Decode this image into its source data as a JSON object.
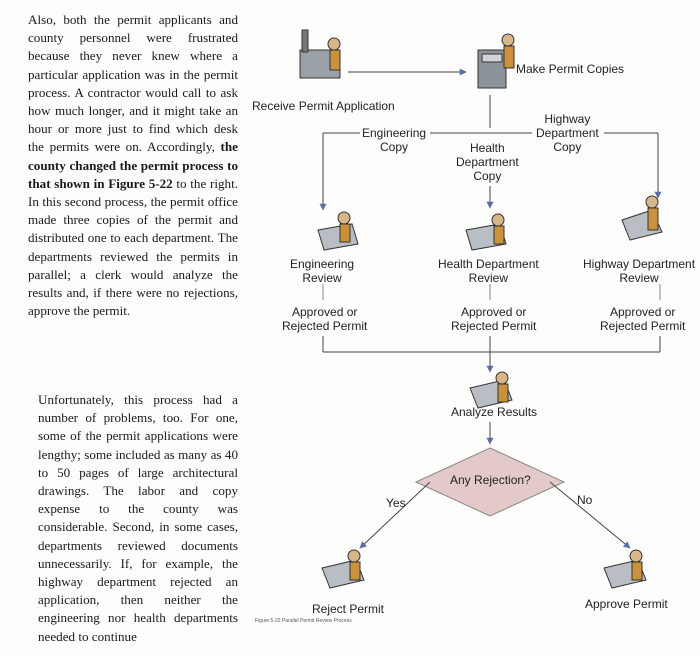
{
  "text": {
    "p1_a": "Also, both the permit applicants and county personnel were frustrated because they never knew where a particular application was in the permit process. A contractor would call to ask how much longer, and it might take an hour or more just to find which desk the permits were on. Accordingly, ",
    "p1_b": "the county changed the permit process to that shown in Figure 5-22",
    "p1_c": " to the right. In this second process, the permit office made three copies of the permit and distributed one to each department. The departments reviewed the permits in parallel; a clerk would analyze the results and, if there were no rejections, approve the permit.",
    "p2": "Unfortunately, this process had a number of problems, too. For one, some of the permit applications were lengthy; some included as many as 40 to 50 pages of large architectural drawings. The labor and copy expense to the county was considerable. Second, in some cases, departments reviewed documents unnecessarily. If, for example, the highway department rejected an application, then neither the engineering nor health departments needed to continue"
  },
  "figure": {
    "receive": "Receive Permit Application",
    "make_copies": "Make Permit Copies",
    "eng_copy_1": "Engineering",
    "eng_copy_2": "Copy",
    "health_copy_1": "Health",
    "health_copy_2": "Department",
    "health_copy_3": "Copy",
    "hwy_copy_1": "Highway",
    "hwy_copy_2": "Department",
    "hwy_copy_3": "Copy",
    "eng_review_1": "Engineering",
    "eng_review_2": "Review",
    "health_review_1": "Health Department",
    "health_review_2": "Review",
    "hwy_review_1": "Highway Department",
    "hwy_review_2": "Review",
    "ar1_1": "Approved or",
    "ar1_2": "Rejected Permit",
    "ar2_1": "Approved or",
    "ar2_2": "Rejected Permit",
    "ar3_1": "Approved or",
    "ar3_2": "Rejected Permit",
    "analyze": "Analyze Results",
    "decision": "Any Rejection?",
    "yes": "Yes",
    "no": "No",
    "reject": "Reject Permit",
    "approve": "Approve Permit",
    "caption": "Figure 5-22 Parallel Permit Review Process"
  },
  "colors": {
    "arrow": "#5a6ea0",
    "line": "#444444",
    "diamond": "#e4c9c9",
    "text": "#1a1a1a"
  }
}
